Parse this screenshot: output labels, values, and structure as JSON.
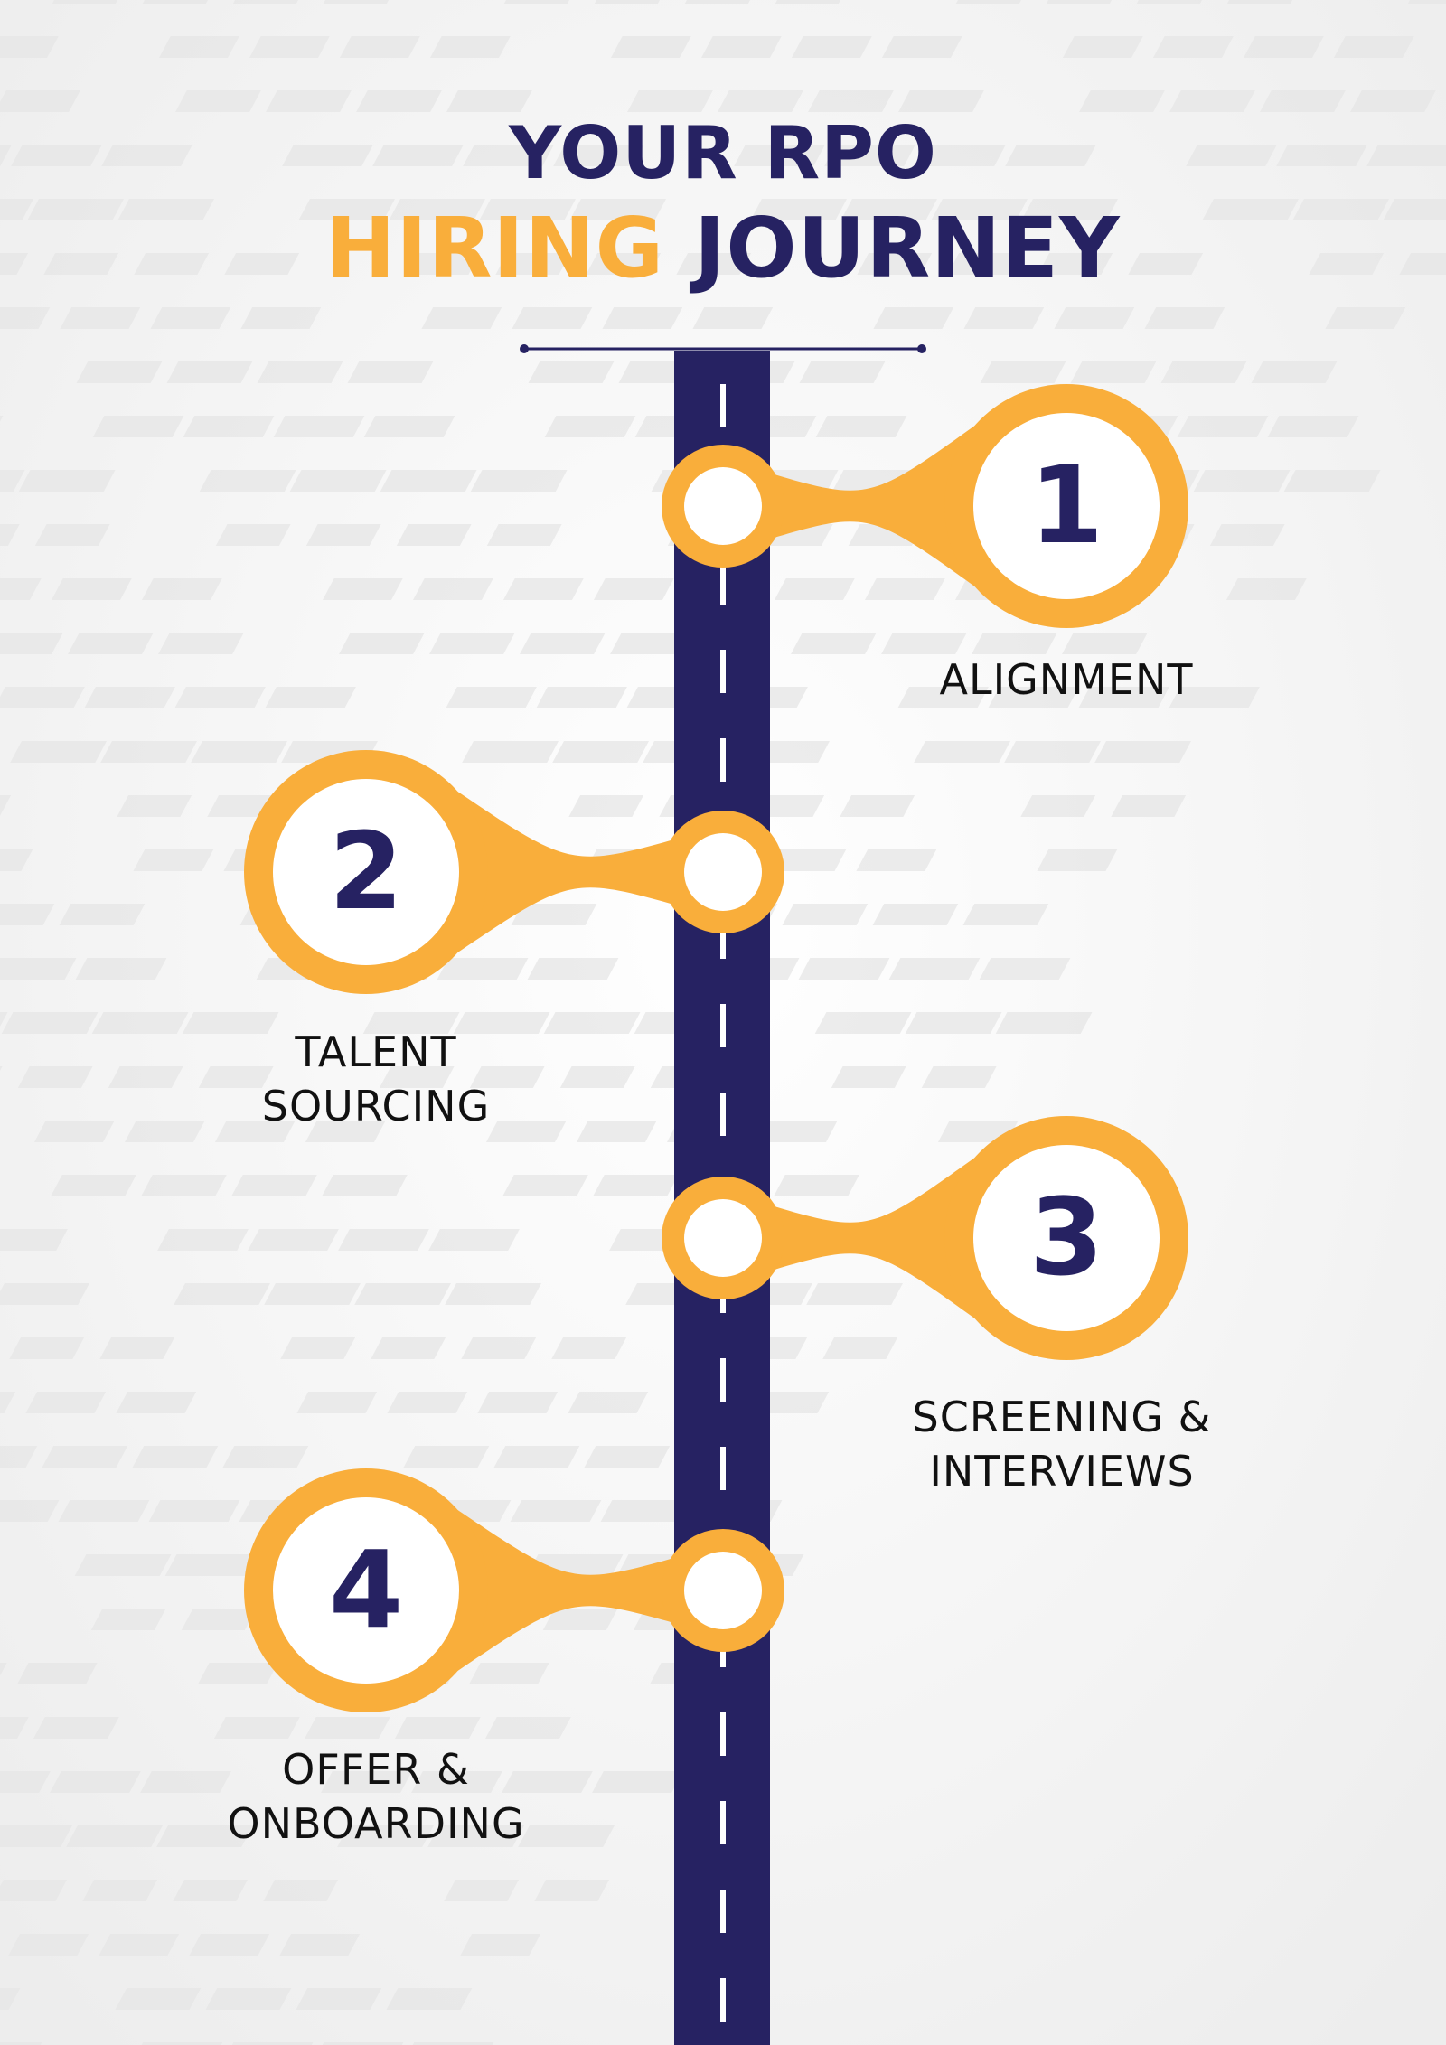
{
  "title": {
    "line1": "YOUR RPO",
    "line2_highlight": "HIRING",
    "line2_rest": " JOURNEY"
  },
  "colors": {
    "navy": "#262262",
    "orange": "#F9AE3B",
    "label_text": "#111111",
    "background": "#F3F3F3"
  },
  "steps": [
    {
      "number": "1",
      "label_lines": [
        "ALIGNMENT"
      ],
      "side": "right"
    },
    {
      "number": "2",
      "label_lines": [
        "TALENT",
        "SOURCING"
      ],
      "side": "left"
    },
    {
      "number": "3",
      "label_lines": [
        "SCREENING &",
        "INTERVIEWS"
      ],
      "side": "right"
    },
    {
      "number": "4",
      "label_lines": [
        "OFFER &",
        "ONBOARDING"
      ],
      "side": "left"
    }
  ]
}
